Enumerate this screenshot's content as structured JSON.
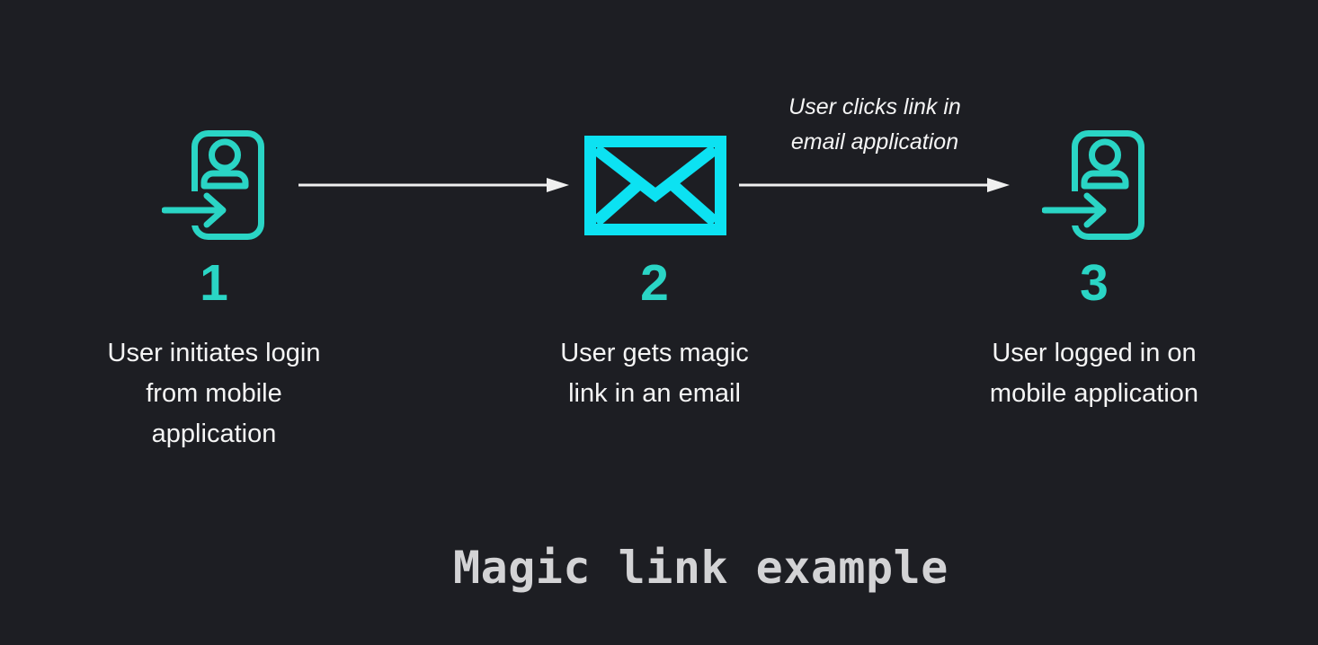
{
  "colors": {
    "bg": "#1d1e23",
    "teal": "#2ad5c5",
    "cyan": "#0ce2f2",
    "text": "#f5f5f5",
    "title": "#d3d3d5",
    "arrow": "#f0f0f0"
  },
  "title": "Magic link example",
  "annotation": {
    "line1": "User clicks link in",
    "line2": "email application"
  },
  "steps": [
    {
      "number": "1",
      "icon": "login-arrow-icon",
      "caption_lines": [
        "User initiates login",
        "from mobile",
        "application"
      ]
    },
    {
      "number": "2",
      "icon": "email-envelope-icon",
      "caption_lines": [
        "User gets magic",
        "link in an email"
      ]
    },
    {
      "number": "3",
      "icon": "login-arrow-icon",
      "caption_lines": [
        "User logged in on",
        "mobile application"
      ]
    }
  ]
}
